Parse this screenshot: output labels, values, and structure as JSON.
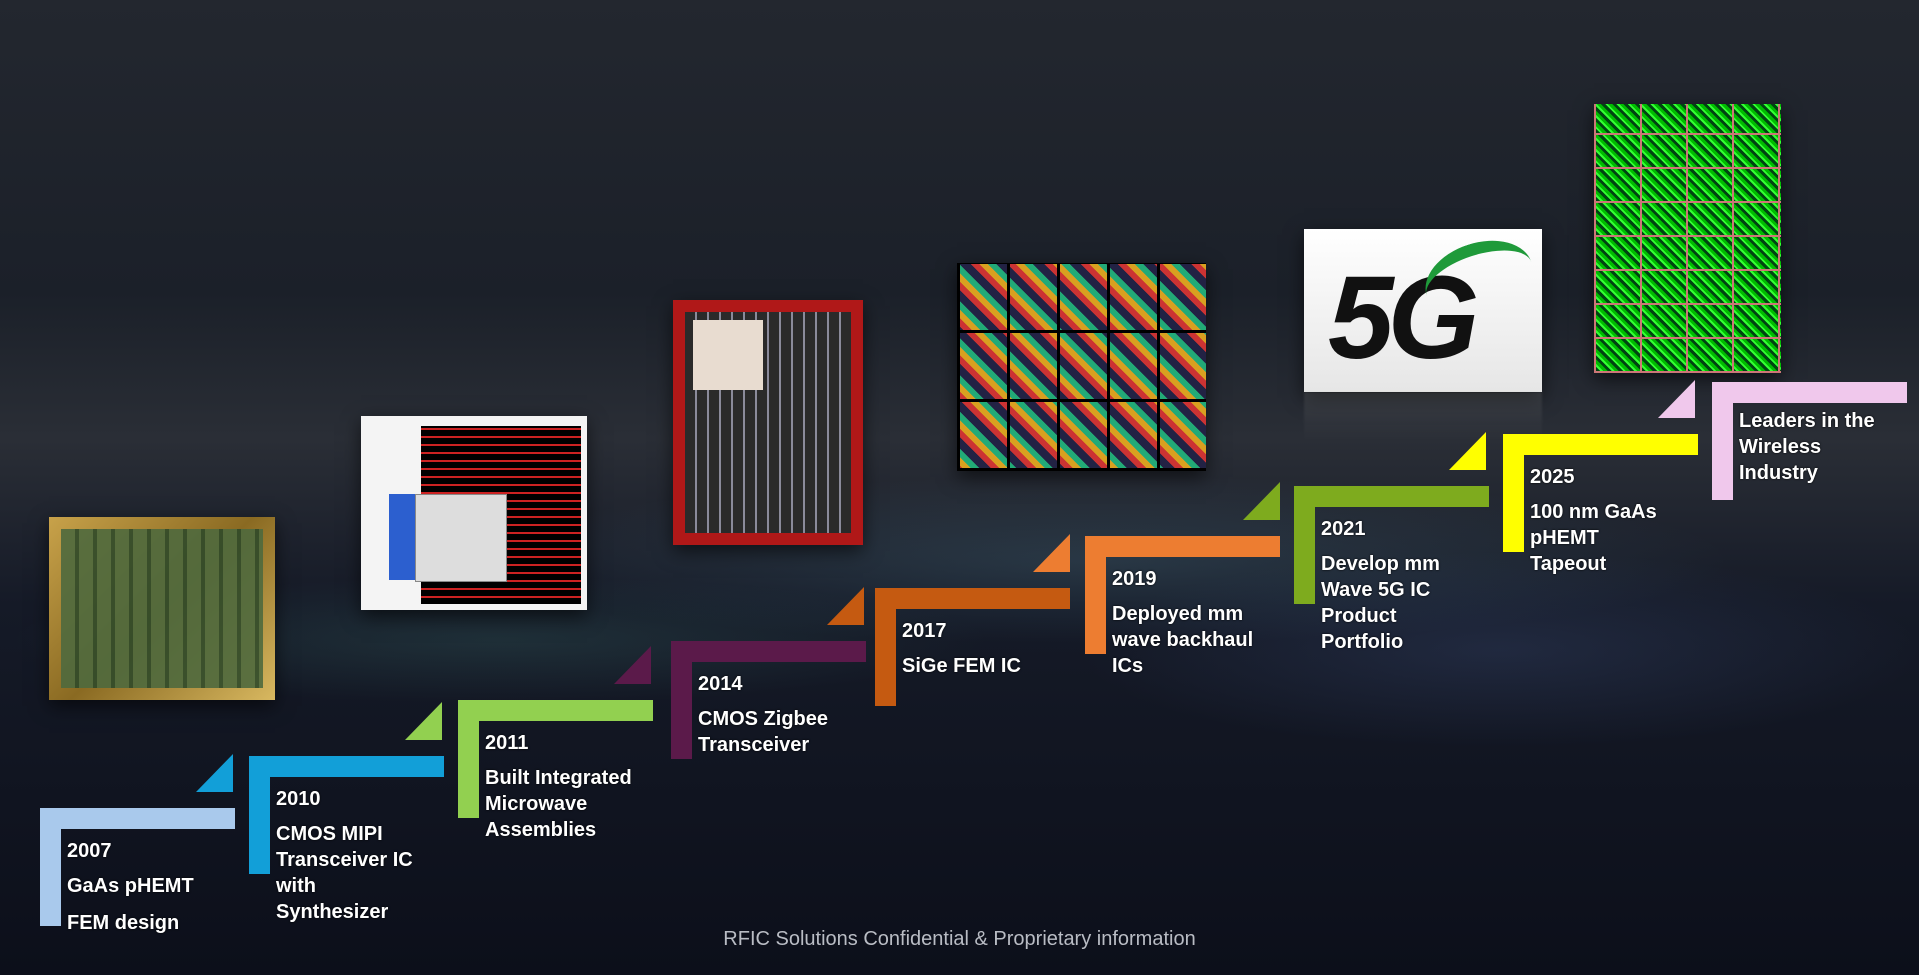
{
  "milestones": [
    {
      "year": "2007",
      "lines": [
        "GaAs pHEMT",
        "FEM design"
      ],
      "color": "#a9c9ec"
    },
    {
      "year": "2010",
      "lines": [
        "CMOS MIPI",
        "Transceiver IC",
        "with",
        "Synthesizer"
      ],
      "color": "#129fd8"
    },
    {
      "year": "2011",
      "lines": [
        "Built Integrated",
        "Microwave",
        "Assemblies"
      ],
      "color": "#92d050"
    },
    {
      "year": "2014",
      "lines": [
        "CMOS Zigbee",
        "Transceiver"
      ],
      "color": "#5b1a4a"
    },
    {
      "year": "2017",
      "lines": [
        "SiGe FEM IC"
      ],
      "color": "#c55a11"
    },
    {
      "year": "2019",
      "lines": [
        "Deployed mm",
        "wave backhaul",
        "ICs"
      ],
      "color": "#ed7d31"
    },
    {
      "year": "2021",
      "lines": [
        "Develop mm",
        "Wave 5G IC",
        "Product",
        "Portfolio"
      ],
      "color": "#7eab1e"
    },
    {
      "year": "2025",
      "lines": [
        "100 nm GaAs",
        "pHEMT",
        "Tapeout"
      ],
      "color": "#ffff00"
    },
    {
      "year": "",
      "lines": [
        "Leaders in the",
        "Wireless",
        "Industry"
      ],
      "color": "#f0c8ec"
    }
  ],
  "logo_5g": "5G",
  "footer": "RFIC Solutions Confidential & Proprietary information"
}
